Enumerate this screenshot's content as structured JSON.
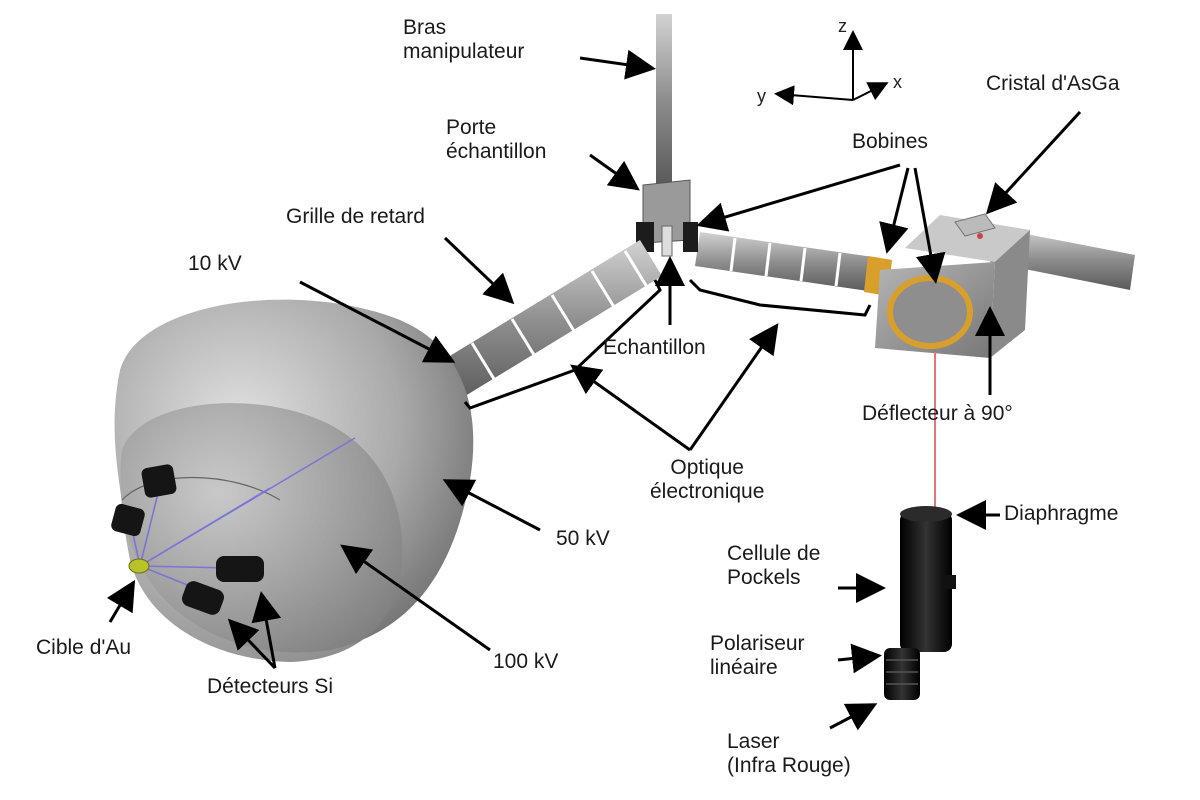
{
  "labels": {
    "bras_line1": "Bras",
    "bras_line2": "manipulateur",
    "porte_line1": "Porte",
    "porte_line2": "échantillon",
    "grille": "Grille de retard",
    "ten_kv": "10 kV",
    "bobines": "Bobines",
    "cristal": "Cristal d'AsGa",
    "echantillon": "Echantillon",
    "deflecteur": "Déflecteur à 90°",
    "optique_line1": "Optique",
    "optique_line2": "électronique",
    "fifty_kv": "50 kV",
    "hundred_kv": "100 kV",
    "diaphragme": "Diaphragme",
    "cellule_line1": "Cellule de",
    "cellule_line2": "Pockels",
    "polariseur_line1": "Polariseur",
    "polariseur_line2": "linéaire",
    "laser_line1": "Laser",
    "laser_line2": "(Infra Rouge)",
    "cible": "Cible d'Au",
    "detecteurs": "Détecteurs Si"
  },
  "axes": {
    "z": "z",
    "y": "y",
    "x": "x"
  },
  "colors": {
    "metal": "#8c8c8c",
    "metal_dark": "#555555",
    "ring": "#ffffff",
    "gold": "#d8a02a",
    "laser_beam": "#e07a7a",
    "detector": "#1a1a1a",
    "gold_target": "#b8c22a",
    "electron_trace": "#7b74d8"
  }
}
